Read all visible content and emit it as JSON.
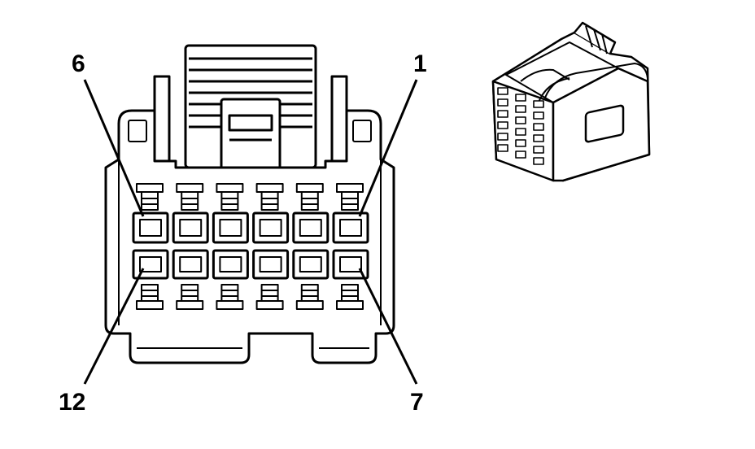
{
  "colors": {
    "stroke": "#000000",
    "background": "#ffffff"
  },
  "connector": {
    "cavity_rows": 2,
    "cavities_per_row": 6,
    "pin_labels": {
      "top_left": "6",
      "top_right": "1",
      "bottom_left": "12",
      "bottom_right": "7"
    }
  }
}
